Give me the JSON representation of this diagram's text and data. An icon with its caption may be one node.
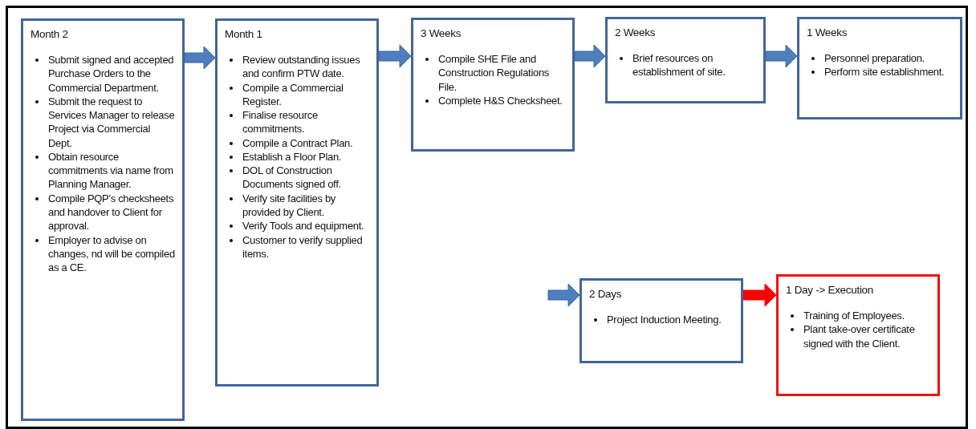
{
  "diagram": {
    "nodes": [
      {
        "text": [
          "Month 2",
          "Submit signed and accepted Purchase Orders to the Commercial Department.",
          "Submit the request to Services Manager to release Project via Commercial Dept.",
          "Obtain resource commitments via name from Planning Manager.",
          "Compile PQP's checksheets and handover to Client for approval.",
          "Employer to advise on changes, nd will be compiled as a CE."
        ]
      },
      {
        "text": [
          "Month 1",
          "Review outstanding issues and confirm PTW date.",
          "Compile a Commercial Register.",
          "Finalise resource commitments.",
          "Compile a Contract Plan.",
          "Establish a Floor Plan.",
          "DOL of Construction Documents signed off.",
          "Verify site facilities by provided by Client.",
          "Verify Tools and equipment.",
          "Customer to verify supplied items."
        ]
      },
      {
        "text": [
          "3 Weeks",
          "Compile SHE File and Construction Regulations File.",
          "Complete H&S Checksheet."
        ]
      },
      {
        "text": [
          "2 Weeks",
          "Brief resources on establishment of site."
        ]
      },
      {
        "text": [
          "1 Weeks",
          "Personnel preparation.",
          "Perform site establishment."
        ]
      },
      {
        "text": [
          "2 Days",
          "Project Induction Meeting."
        ]
      },
      {
        "text": [
          "1 Day -> Execution",
          "Training of Employees.",
          "Plant take-over certificate signed with the Client."
        ]
      }
    ],
    "edges": [
      {
        "from": 0,
        "to": 1,
        "arrow": "to"
      },
      {
        "from": 1,
        "to": 2,
        "arrow": "to"
      },
      {
        "from": 2,
        "to": 3,
        "arrow": "to"
      },
      {
        "from": 3,
        "to": 4,
        "arrow": "to"
      },
      {
        "from": null,
        "to": 5,
        "arrow": "to"
      },
      {
        "from": 5,
        "to": 6,
        "arrow": "to",
        "color": "#ff0000"
      }
    ]
  }
}
